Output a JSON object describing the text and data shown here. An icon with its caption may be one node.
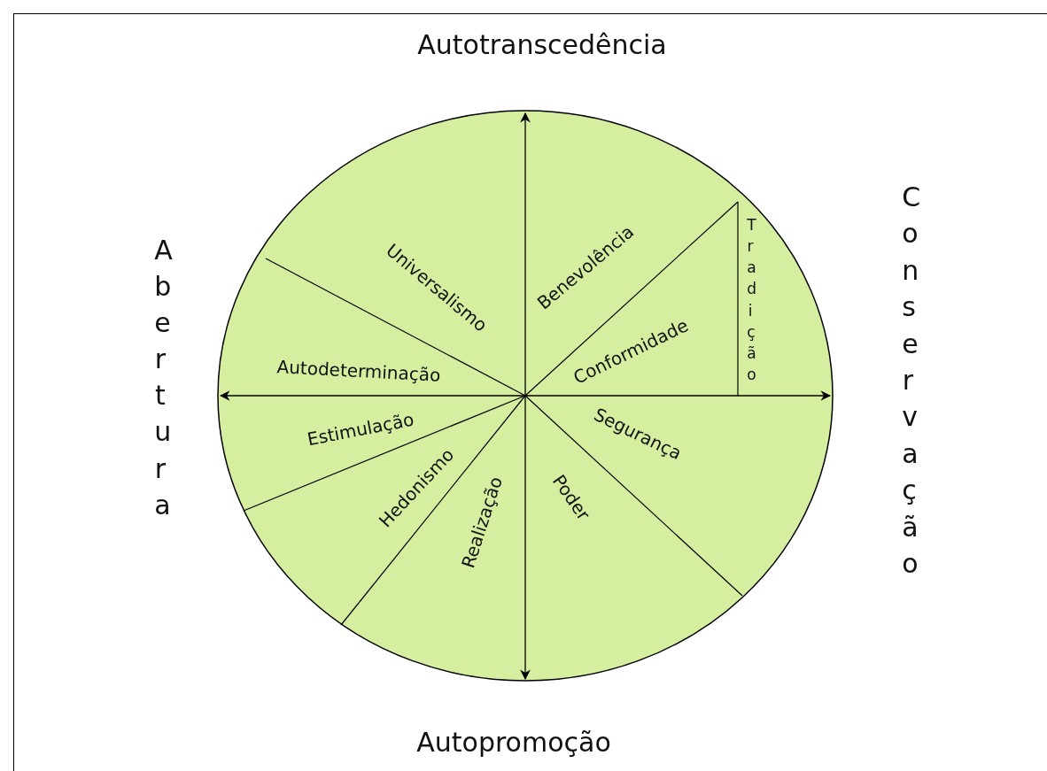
{
  "diagram": {
    "labels": [
      "Autotranscedência",
      "Abertura",
      "Universalismo",
      "Benevolência",
      "Tradição",
      "Conservação",
      "Conformidade",
      "Autodeterminação",
      "Estimulação",
      "Segurança",
      "Hedonismo",
      "Poder",
      "Realização",
      "Autopromoção"
    ]
  }
}
